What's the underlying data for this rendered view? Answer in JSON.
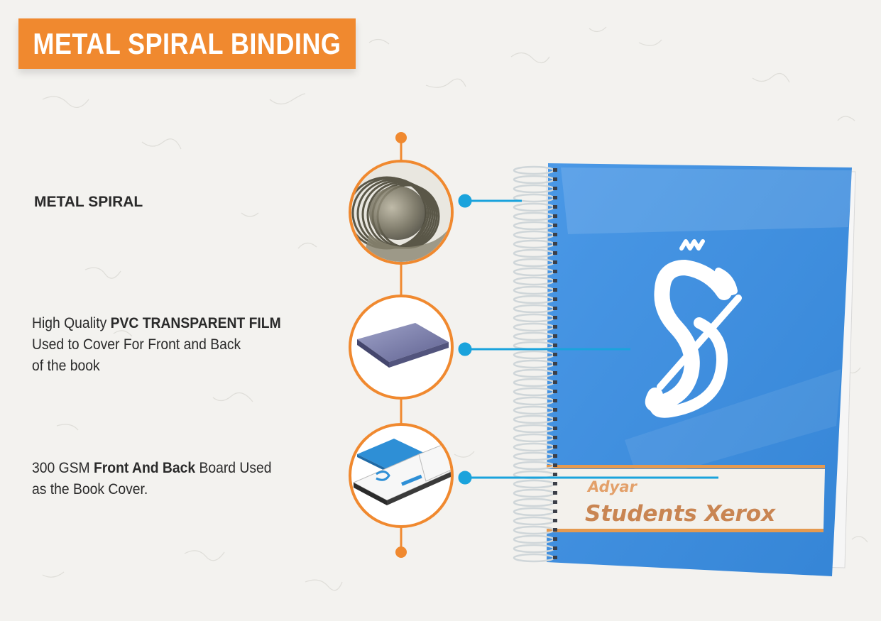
{
  "title": "METAL SPIRAL BINDING",
  "features": [
    {
      "name": "METAL SPIRAL"
    },
    {
      "prefix": "High Quality ",
      "bold": "PVC TRANSPARENT FILM",
      "line2": "Used to Cover For Front and Back",
      "line3": "of the book"
    },
    {
      "prefix": "300 GSM ",
      "bold": "Front And Back",
      "suffix": " Board Used",
      "line2": "as the Book Cover."
    }
  ],
  "book": {
    "label_small": "Adyar",
    "label_large": "Students  Xerox",
    "cover_color": "#3f8fe0"
  },
  "colors": {
    "accent_orange": "#f0892f",
    "connector_blue": "#1aa3dc",
    "background": "#f3f2ef"
  }
}
